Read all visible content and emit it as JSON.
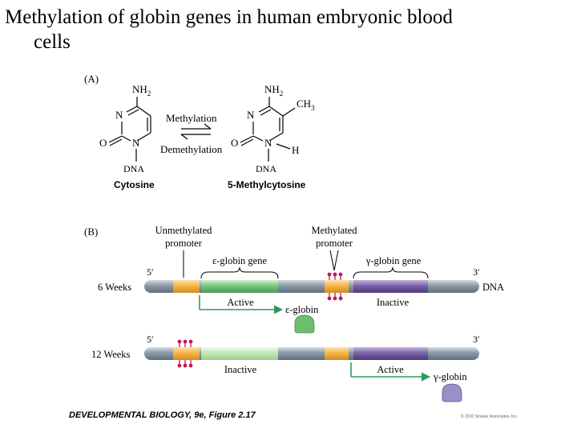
{
  "title": {
    "line1": "Methylation of globin genes in human embryonic blood",
    "line2": "cells"
  },
  "panel_a": {
    "label": "(A)",
    "left_molecule": {
      "amine": "NH",
      "amine_sub": "2",
      "n_ring_top": "N",
      "oxygen": "O",
      "n_ring_bottom": "N",
      "sugar": "DNA",
      "name": "Cytosine"
    },
    "right_molecule": {
      "amine": "NH",
      "amine_sub": "2",
      "methyl": "CH",
      "methyl_sub": "3",
      "n_ring_top": "N",
      "oxygen": "O",
      "n_ring_bottom": "N",
      "hydrogen": "H",
      "sugar": "DNA",
      "name": "5-Methylcytosine"
    },
    "forward_label": "Methylation",
    "reverse_label": "Demethylation"
  },
  "panel_b": {
    "label": "(B)",
    "unmethylated_promoter": [
      "Unmethylated",
      "promoter"
    ],
    "methylated_promoter": [
      "Methylated",
      "promoter"
    ],
    "epsilon_gene": "ε-globin gene",
    "gamma_gene": "γ-globin gene",
    "five_prime": "5′",
    "three_prime": "3′",
    "dna": "DNA",
    "row_6weeks": {
      "time": "6 Weeks",
      "epsilon_status": "Active",
      "gamma_status": "Inactive",
      "product": "ε-globin"
    },
    "row_12weeks": {
      "time": "12 Weeks",
      "epsilon_status": "Inactive",
      "gamma_status": "Active",
      "product": "γ-globin"
    }
  },
  "footer": {
    "caption": "DEVELOPMENTAL BIOLOGY, 9e, Figure 2.17",
    "copyright": "© 2010 Sinauer Associates, Inc."
  },
  "colors": {
    "dna_strand": "#8a9aa6",
    "promoter": "#f7b64a",
    "epsilon_gene": "#79c67e",
    "epsilon_gene_light": "#c3e6b6",
    "gamma_gene": "#7b62a8",
    "methyl_marker": "#c2185b",
    "arrow": "#2e9a5c",
    "epsilon_protein": "#6dbf6d",
    "gamma_protein": "#9b8fc9"
  }
}
